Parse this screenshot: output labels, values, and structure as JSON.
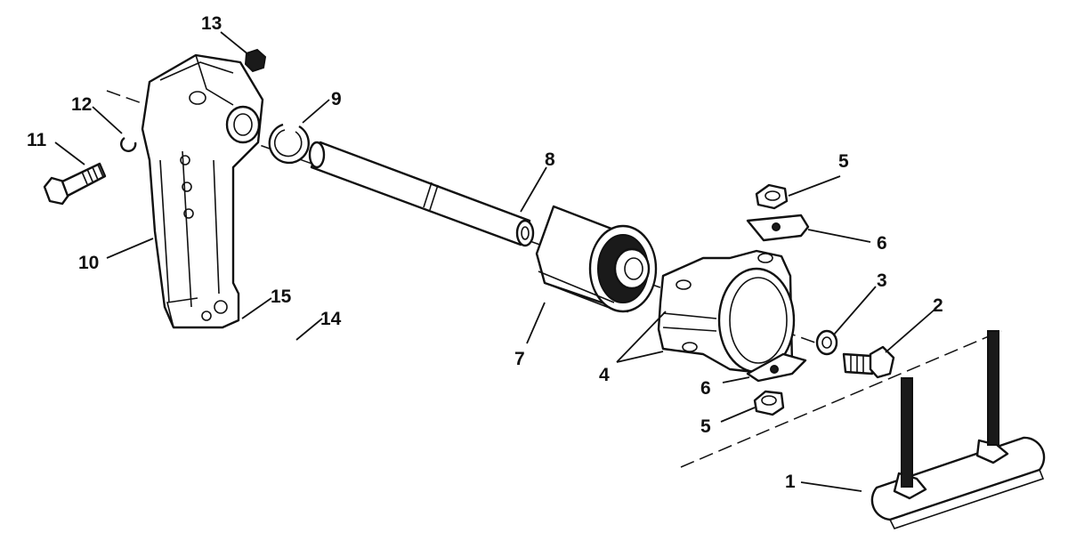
{
  "callouts": {
    "c1": "1",
    "c2": "2",
    "c3": "3",
    "c4": "4",
    "c5a": "5",
    "c5b": "5",
    "c6a": "6",
    "c6b": "6",
    "c7": "7",
    "c8": "8",
    "c9": "9",
    "c10": "10",
    "c11": "11",
    "c12": "12",
    "c13": "13",
    "c14": "14",
    "c15": "15"
  },
  "colors": {
    "ink": "#111111",
    "paper": "#ffffff"
  }
}
